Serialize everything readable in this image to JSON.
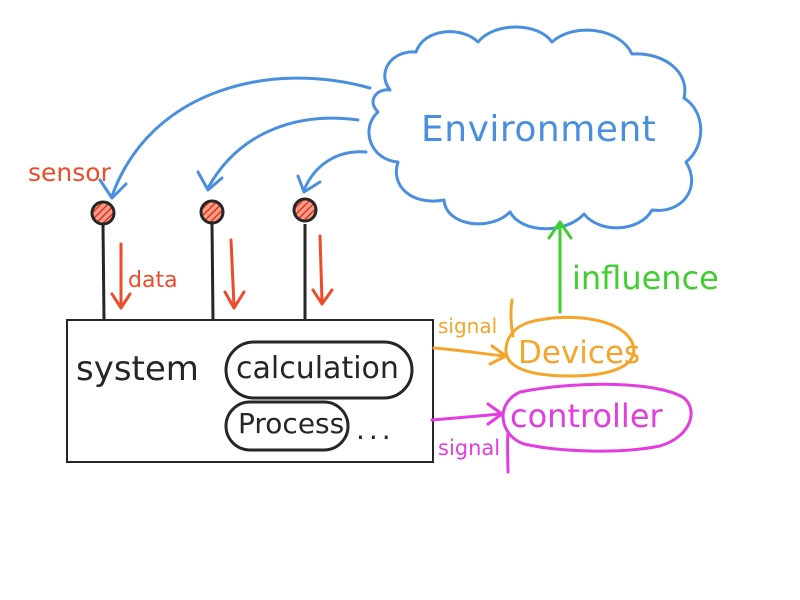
{
  "diagram": {
    "environment_label": "Environment",
    "sensor_label": "sensor",
    "data_label": "data",
    "system_label": "system",
    "calculation_label": "calculation",
    "process_label": "Process",
    "ellipsis": "...",
    "devices_label": "Devices",
    "controller_label": "controller",
    "influence_label": "influence",
    "signal_to_devices_label": "signal",
    "signal_to_controller_label": "signal",
    "colors": {
      "environment": "#4a8fdf",
      "sensor": "#ee4b2b",
      "system": "#262626",
      "devices": "#f4a52a",
      "controller": "#e33de0",
      "influence": "#3fcf2f"
    }
  }
}
